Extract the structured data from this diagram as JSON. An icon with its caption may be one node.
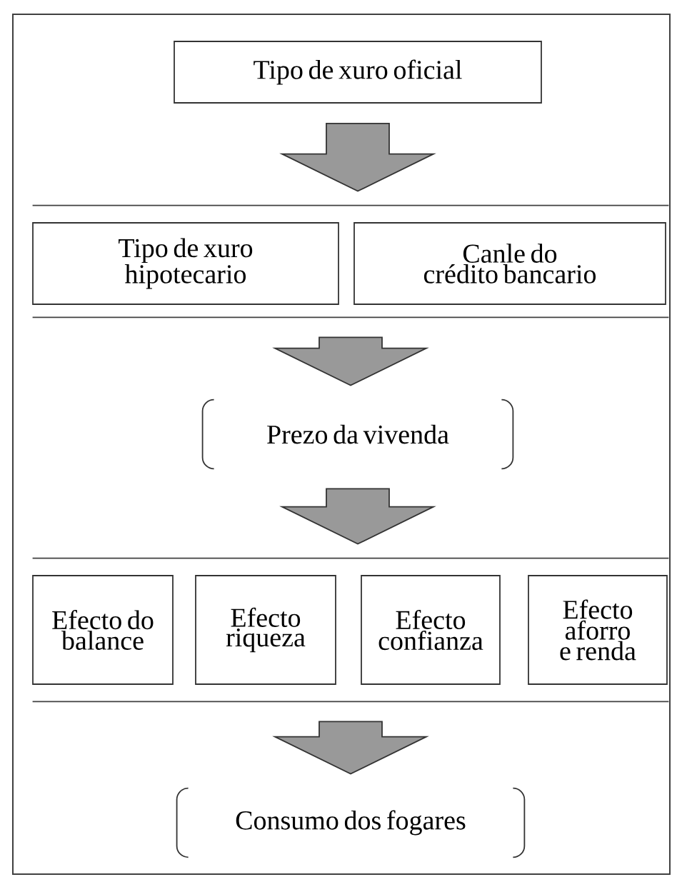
{
  "diagram": {
    "nodes": [
      {
        "text": [
          "Tipo de xuro oficial"
        ]
      },
      {
        "text": [],
        "shape": "band"
      },
      {
        "text": [
          "Tipo de xuro hipotecario"
        ],
        "in": 1
      },
      {
        "text": [
          "Canle do crédito bancario"
        ],
        "in": 1
      },
      {
        "text": [
          "Prezo da vivenda"
        ]
      },
      {
        "text": [],
        "shape": "band"
      },
      {
        "text": [
          "Efecto do balance"
        ],
        "in": 5
      },
      {
        "text": [
          "Efecto riqueza"
        ],
        "in": 5
      },
      {
        "text": [
          "Efecto confianza"
        ],
        "in": 5
      },
      {
        "text": [
          "Efecto aforro e renda"
        ],
        "in": 5
      },
      {
        "text": [
          "Consumo dos fogares"
        ]
      }
    ],
    "edges": [
      {
        "from": 0,
        "to": 1,
        "arrow": "to"
      },
      {
        "from": 1,
        "to": 4,
        "arrow": "to"
      },
      {
        "from": 4,
        "to": 5,
        "arrow": "to"
      },
      {
        "from": 5,
        "to": 10,
        "arrow": "to"
      }
    ]
  }
}
